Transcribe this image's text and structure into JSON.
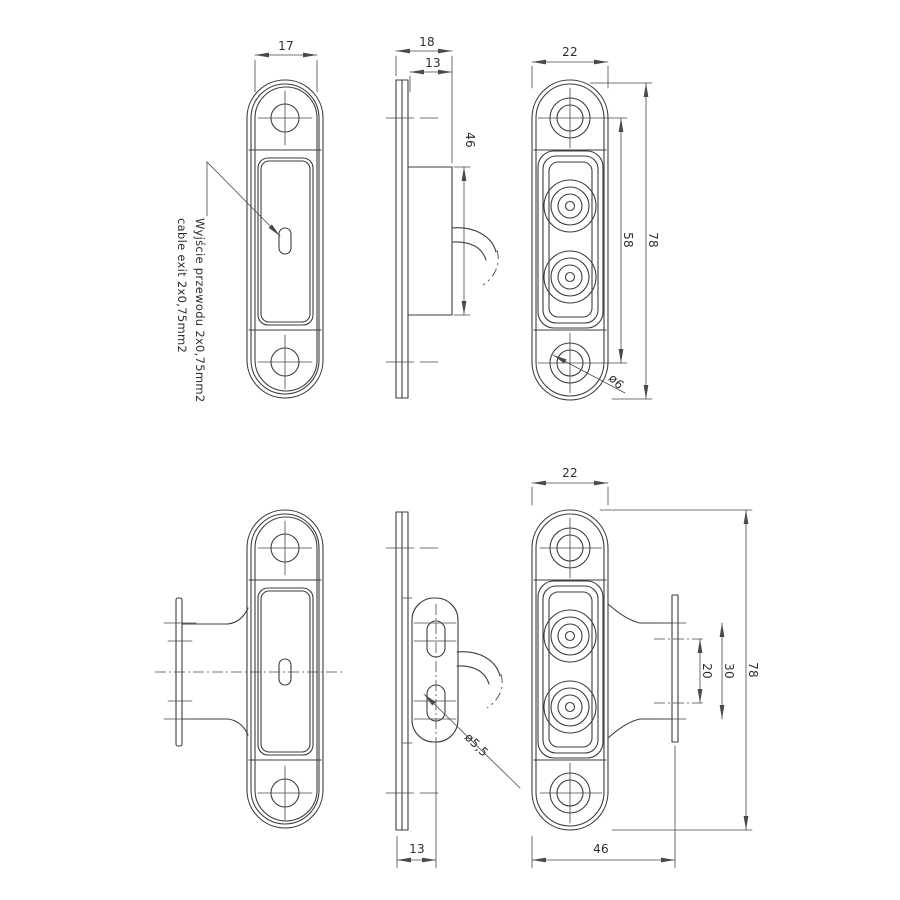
{
  "drawing": {
    "background": "#ffffff",
    "line_color": "#3e3e3e",
    "annotation": {
      "cable_exit_pl": "Wyjście przewodu 2x0,75mm2",
      "cable_exit_en": "cable exit 2x0,75mm2"
    },
    "views": {
      "front_top": {
        "width": "17"
      },
      "side_top": {
        "total_depth": "18",
        "body_depth": "13",
        "body_height": "46"
      },
      "back_top": {
        "width": "22",
        "hole_spacing": "58",
        "height": "78",
        "hole_diameter": "ø6"
      },
      "side_bottom": {
        "bracket_offset": "13",
        "slot_diameter": "ø5,5"
      },
      "back_bottom": {
        "width": "22",
        "slot_spacing": "20",
        "flange_spacing": "30",
        "height": "78",
        "bracket_span": "46"
      }
    }
  }
}
